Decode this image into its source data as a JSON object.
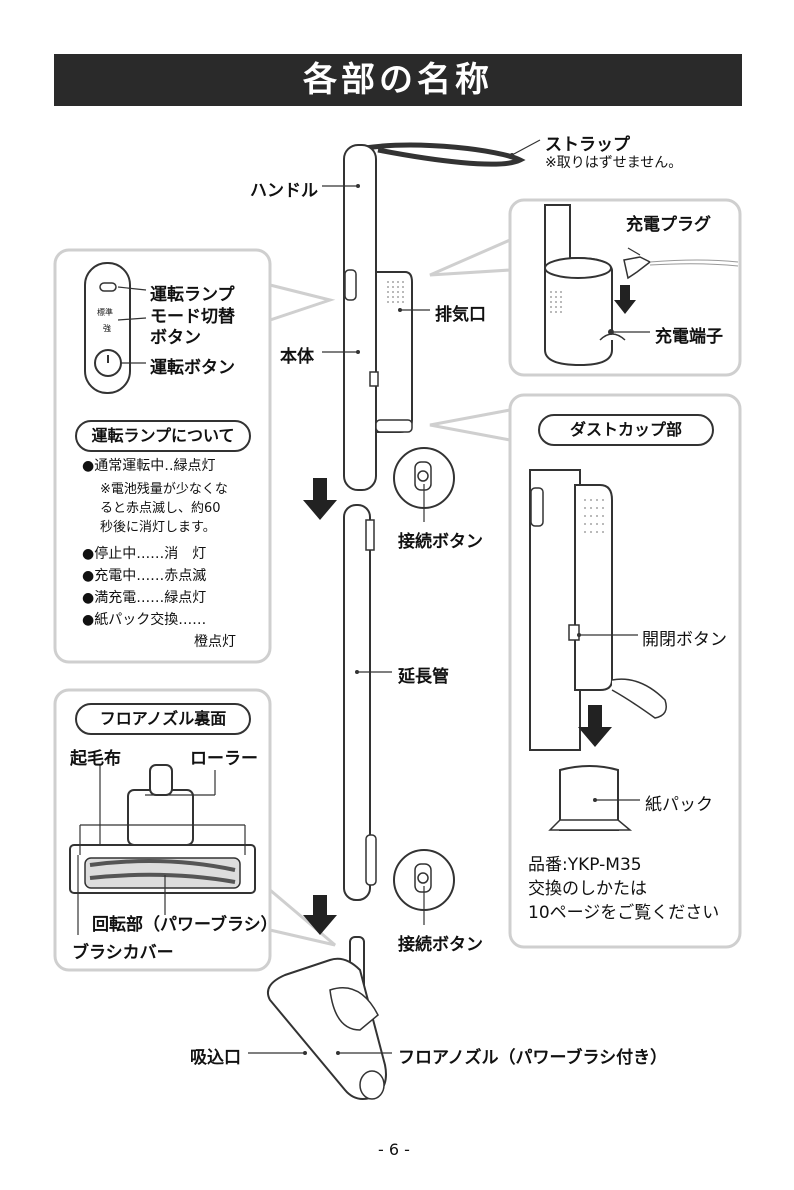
{
  "title": "各部の名称",
  "labels": {
    "strap": "ストラップ",
    "strap_note": "※取りはずせません。",
    "handle": "ハンドル",
    "charge_plug": "充電プラグ",
    "exhaust": "排気口",
    "charge_terminal": "充電端子",
    "body": "本体",
    "connect_button_1": "接続ボタン",
    "connect_button_2": "接続ボタン",
    "extension_pipe": "延長管",
    "intake": "吸込口",
    "floor_nozzle": "フロアノズル（パワーブラシ付き）",
    "page_number": "- 6 -"
  },
  "switch_panel": {
    "run_lamp": "運転ランプ",
    "mode_switch": "モード切替\nボタン",
    "run_button": "運転ボタン",
    "mode_standard": "標準",
    "mode_strong": "強"
  },
  "lamp_section": {
    "heading": "運転ランプについて",
    "normal": "●通常運転中‥緑点灯",
    "battery_note": "※電池残量が少なくな\nると赤点滅し、約60\n秒後に消灯します。",
    "stop": "●停止中‥‥‥消　灯",
    "charging": "●充電中‥‥‥赤点滅",
    "full": "●満充電‥‥‥緑点灯",
    "bag_replace": "●紙パック交換‥‥‥",
    "bag_replace_state": "橙点灯"
  },
  "nozzle_back": {
    "heading": "フロアノズル裏面",
    "raised_cloth": "起毛布",
    "roller": "ローラー",
    "rotor": "回転部（パワーブラシ）",
    "brush_cover": "ブラシカバー"
  },
  "dust_cup": {
    "heading": "ダストカップ部",
    "open_button": "開閉ボタン",
    "paper_pack": "紙パック",
    "part_number": "品番:YKP-M35",
    "replace_line1": "交換のしかたは",
    "replace_line2": "10ページをご覧ください"
  }
}
